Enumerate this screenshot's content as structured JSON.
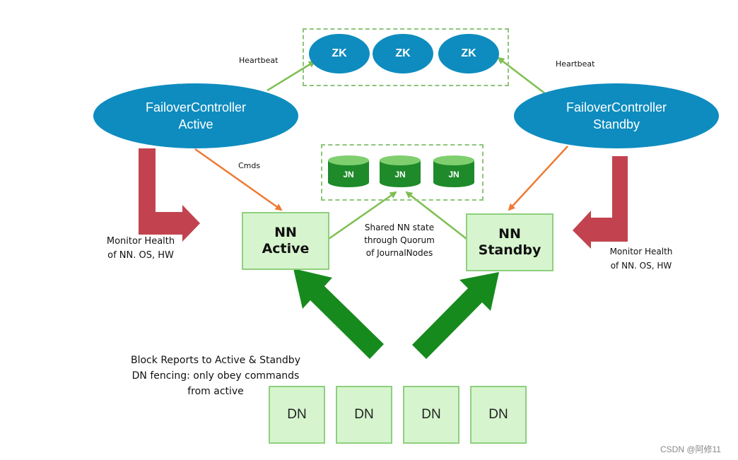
{
  "zookeeper": {
    "nodes": [
      "ZK",
      "ZK",
      "ZK"
    ]
  },
  "failover_controllers": {
    "active": {
      "line1": "FailoverController",
      "line2": "Active"
    },
    "standby": {
      "line1": "FailoverController",
      "line2": "Standby"
    }
  },
  "journal_nodes": [
    "JN",
    "JN",
    "JN"
  ],
  "namenodes": {
    "active": {
      "line1": "NN",
      "line2": "Active"
    },
    "standby": {
      "line1": "NN",
      "line2": "Standby"
    }
  },
  "datanodes": [
    "DN",
    "DN",
    "DN",
    "DN"
  ],
  "labels": {
    "heartbeat_left": "Heartbeat",
    "heartbeat_right": "Heartbeat",
    "cmds": "Cmds",
    "shared_state": [
      "Shared NN state",
      "through Quorum",
      "of JournalNodes"
    ],
    "monitor_left": [
      "Monitor Health",
      "of NN. OS, HW"
    ],
    "monitor_right": [
      "Monitor Health",
      "of NN. OS, HW"
    ],
    "block_reports": [
      "Block Reports to Active & Standby",
      "DN fencing: only obey commands",
      "from active"
    ]
  },
  "watermark": "CSDN @阿修11",
  "colors": {
    "ellipse_blue": "#0e8cbf",
    "node_fill": "#d6f5ce",
    "node_border": "#8fcf7f",
    "jn_green": "#1e8a2a",
    "big_arrow_green": "#178a1e",
    "monitor_arrow_red": "#c2434f",
    "cmd_arrow_orange": "#ee7a33",
    "link_arrow_green": "#7dbf50"
  }
}
